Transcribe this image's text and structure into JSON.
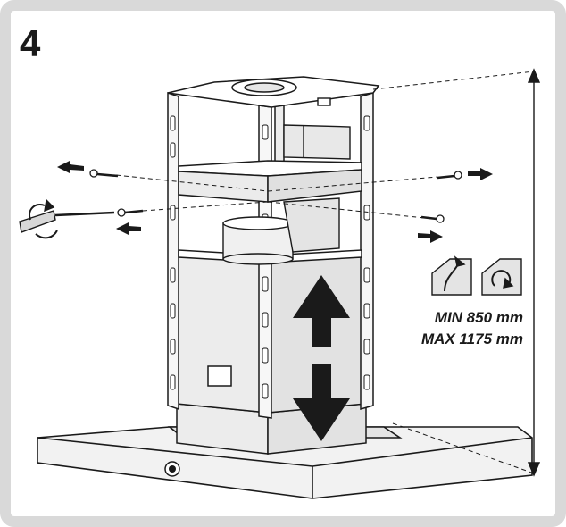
{
  "step_number": "4",
  "dimensions": {
    "min_label": "MIN 850 mm",
    "max_label": "MAX 1175 mm"
  },
  "icons": {
    "ducted_mode": "ducted-extraction-icon",
    "recirculation_mode": "recirculation-icon",
    "screwdriver": "screwdriver-icon"
  },
  "colors": {
    "frame_border": "#d9d9d9",
    "line": "#1a1a1a",
    "panel_fill": "#ededed",
    "hood_fill": "#f2f2f2"
  }
}
